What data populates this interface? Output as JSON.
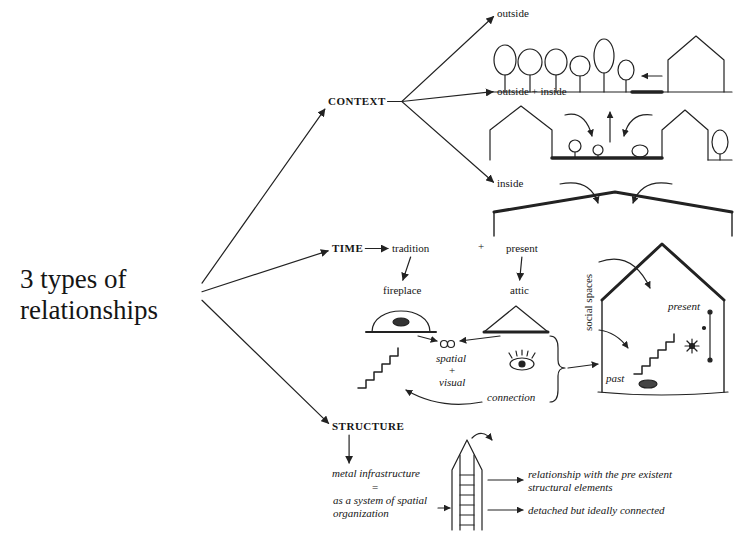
{
  "diagram": {
    "nodes": [
      {
        "text": [
          "3 types of relationships"
        ]
      },
      {
        "text": [
          "CONTEXT"
        ]
      },
      {
        "text": [
          "TIME"
        ]
      },
      {
        "text": [
          "STRUCTURE"
        ]
      },
      {
        "text": [
          "outside"
        ]
      },
      {
        "text": [
          "outside + inside"
        ]
      },
      {
        "text": [
          "inside"
        ]
      },
      {
        "text": [
          "tradition"
        ]
      },
      {
        "text": [
          "present"
        ]
      },
      {
        "text": [
          "fireplace"
        ]
      },
      {
        "text": [
          "attic"
        ]
      },
      {
        "text": [
          "metal infrastructure"
        ]
      }
    ],
    "edges": [
      {
        "from": 0,
        "to": 1,
        "arrow": "to"
      },
      {
        "from": 0,
        "to": 2,
        "arrow": "to"
      },
      {
        "from": 0,
        "to": 3,
        "arrow": "to"
      },
      {
        "from": 1,
        "to": 4,
        "arrow": "to"
      },
      {
        "from": 1,
        "to": 5,
        "arrow": "to"
      },
      {
        "from": 1,
        "to": 6,
        "arrow": "to"
      },
      {
        "from": 2,
        "to": 7,
        "arrow": "to"
      },
      {
        "from": 7,
        "to": 9,
        "arrow": "to"
      },
      {
        "from": 8,
        "to": 10,
        "arrow": "to"
      },
      {
        "from": 3,
        "to": 11,
        "arrow": "to"
      }
    ],
    "labels": [
      "+",
      "spatial",
      "+",
      "visual",
      "connection",
      "social spaces",
      "present",
      "past",
      "=",
      "as a system of spatial organization",
      "relationship with the pre existent structural elements",
      "detached but ideally connected"
    ]
  }
}
